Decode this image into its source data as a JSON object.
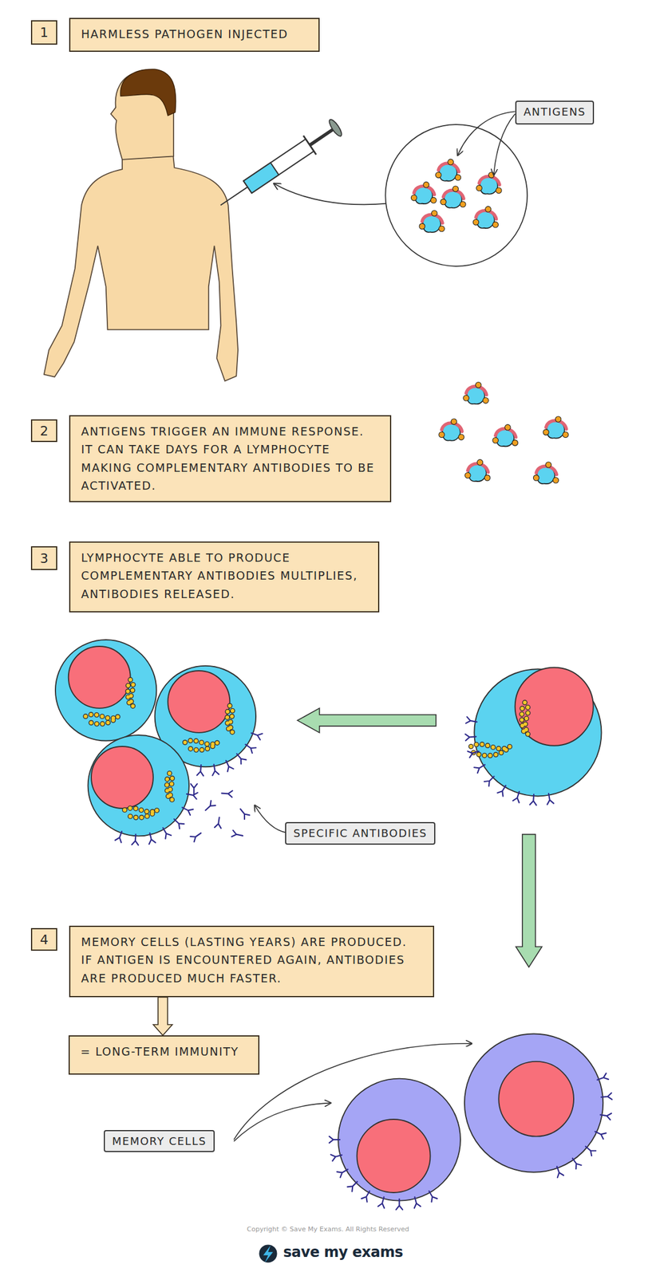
{
  "diagram": {
    "nodes": [
      {
        "text": [
          "1"
        ]
      },
      {
        "text": [
          "HARMLESS PATHOGEN INJECTED"
        ]
      },
      {
        "text": [
          "ANTIGENS"
        ]
      },
      {
        "text": [
          "2"
        ]
      },
      {
        "text": [
          "ANTIGENS TRIGGER AN IMMUNE RESPONSE. IT CAN TAKE DAYS FOR A LYMPHOCYTE MAKING COMPLEMENTARY ANTIBODIES TO BE ACTIVATED."
        ]
      },
      {
        "text": [
          "3"
        ]
      },
      {
        "text": [
          "LYMPHOCYTE ABLE TO PRODUCE COMPLEMENTARY ANTIBODIES MULTIPLIES, ANTIBODIES RELEASED."
        ]
      },
      {
        "text": [
          "SPECIFIC ANTIBODIES"
        ]
      },
      {
        "text": [
          "4"
        ]
      },
      {
        "text": [
          "MEMORY CELLS (LASTING YEARS) ARE PRODUCED. IF ANTIGEN IS ENCOUNTERED AGAIN, ANTIBODIES ARE PRODUCED MUCH FASTER."
        ]
      },
      {
        "text": [
          "= LONG-TERM IMMUNITY"
        ]
      },
      {
        "text": [
          "MEMORY CELLS"
        ]
      }
    ],
    "edges": [
      {
        "from": 9,
        "to": 10,
        "arrow": "to"
      }
    ],
    "labels": [
      "Copyright © Save My Exams. All Rights Reserved",
      "save my exams"
    ]
  }
}
